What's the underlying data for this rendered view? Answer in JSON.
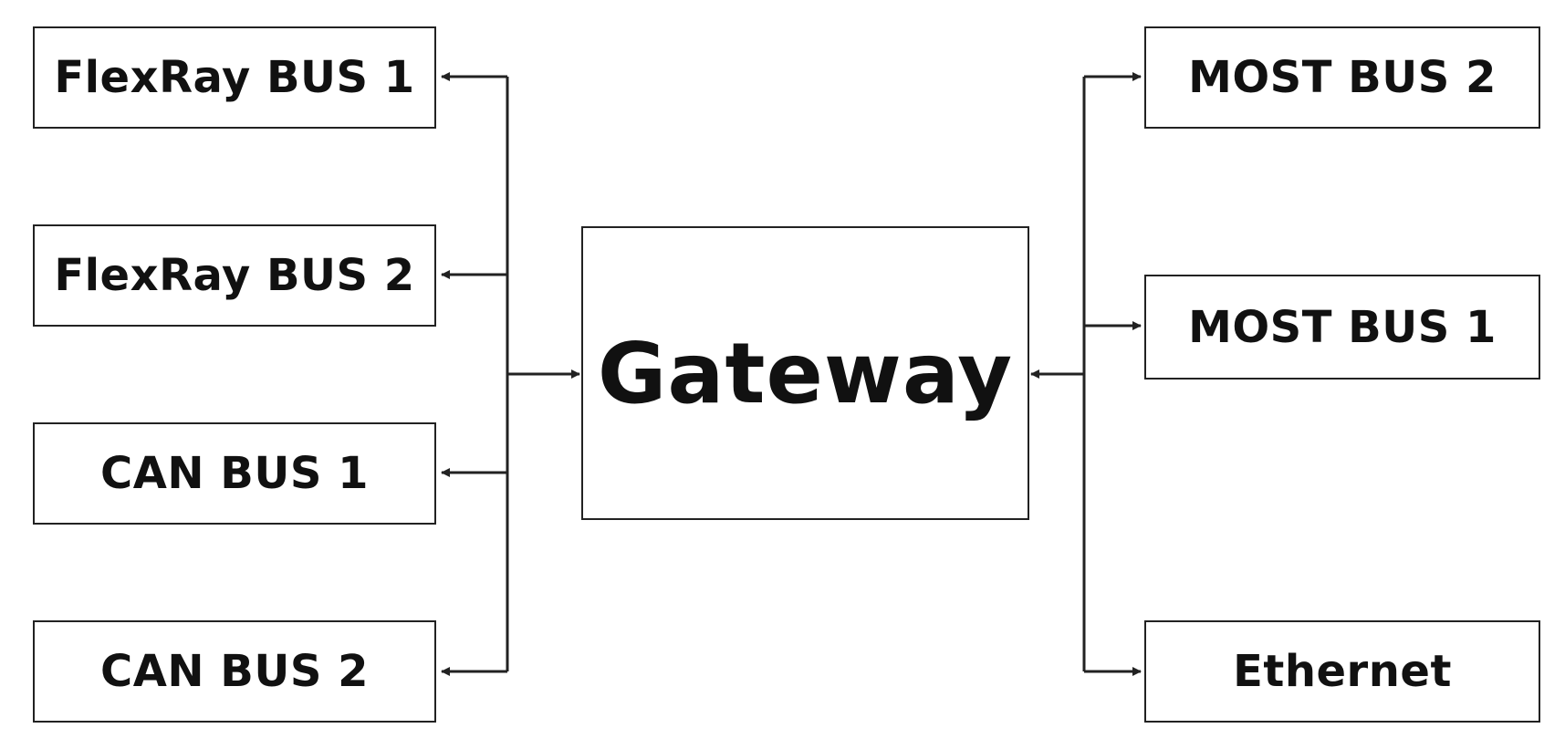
{
  "diagram": {
    "center": {
      "label": "Gateway"
    },
    "left_nodes": [
      {
        "label": "FlexRay BUS 1"
      },
      {
        "label": "FlexRay BUS 2"
      },
      {
        "label": "CAN BUS 1"
      },
      {
        "label": "CAN BUS 2"
      }
    ],
    "right_nodes": [
      {
        "label": "MOST BUS 2"
      },
      {
        "label": "MOST BUS 1"
      },
      {
        "label": "Ethernet"
      }
    ],
    "colors": {
      "line": "#222222",
      "box_border": "#222222",
      "text": "#111111",
      "background": "#ffffff"
    }
  }
}
